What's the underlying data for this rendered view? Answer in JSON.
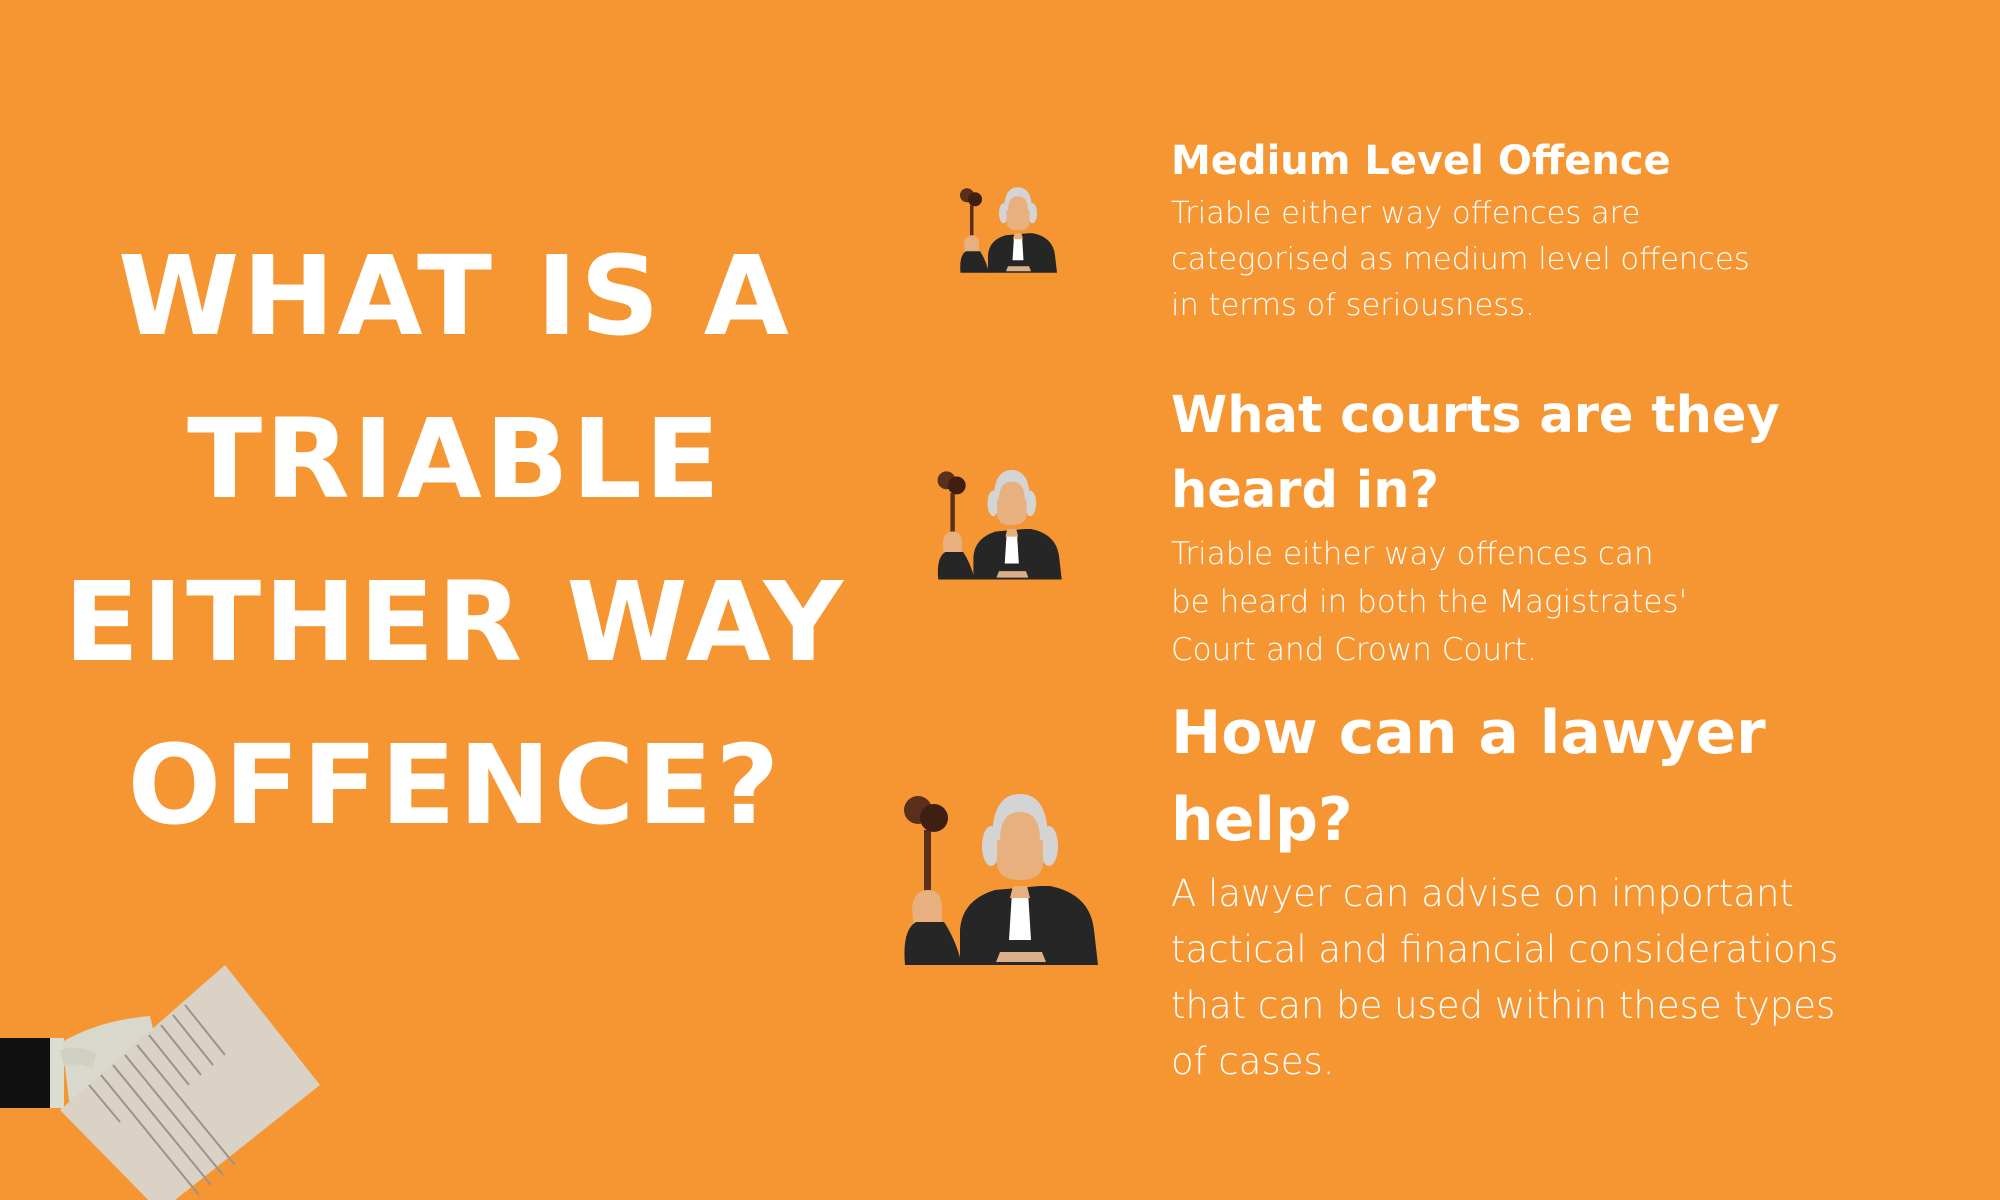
{
  "headline": {
    "lines": [
      "WHAT IS A",
      "TRIABLE",
      "EITHER WAY",
      "OFFENCE?"
    ]
  },
  "sections": [
    {
      "heading": "Medium Level Offence",
      "body_lines": [
        "Triable either way offences are",
        "categorised as medium level offences",
        "in terms of seriousness."
      ]
    },
    {
      "heading_lines": [
        "What courts are they",
        "heard in?"
      ],
      "body_lines": [
        "Triable either way offences can",
        "be heard in both the Magistrates'",
        "Court and Crown Court."
      ]
    },
    {
      "heading_lines": [
        "How can a lawyer",
        "help?"
      ],
      "body_lines": [
        "A lawyer can advise on important",
        "tactical and financial considerations",
        "that can be used within these types",
        "of cases."
      ]
    }
  ],
  "icons": {
    "judge": "judge-with-gavel-icon",
    "document": "hand-holding-document-icon"
  },
  "colors": {
    "background": "#f69633",
    "text": "#ffffff",
    "robe": "#262626",
    "skin": "#e8b07e",
    "wig": "#d4d4d4",
    "gavel": "#5a2f1c",
    "paper": "#d9d2c5"
  }
}
